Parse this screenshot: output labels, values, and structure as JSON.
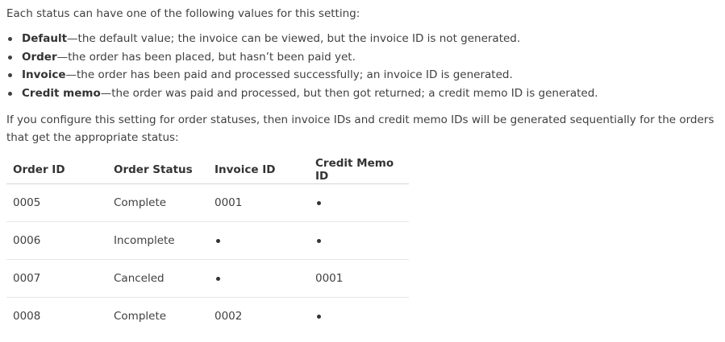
{
  "intro": "Each status can have one of the following values for this setting:",
  "values_list": [
    {
      "term": "Default",
      "desc": "—the default value; the invoice can be viewed, but the invoice ID is not generated."
    },
    {
      "term": "Order",
      "desc": "—the order has been placed, but hasn’t been paid yet."
    },
    {
      "term": "Invoice",
      "desc": "—the order has been paid and processed successfully; an invoice ID is generated."
    },
    {
      "term": "Credit memo",
      "desc": "—the order was paid and processed, but then got returned; a credit memo ID is generated."
    }
  ],
  "paragraph": "If you configure this setting for order statuses, then invoice IDs and credit memo IDs will be generated sequentially for the orders that get the appropriate status:",
  "table": {
    "headers": [
      "Order ID",
      "Order Status",
      "Invoice ID",
      "Credit Memo ID"
    ],
    "empty_marker": "bullet-dot",
    "rows": [
      {
        "order_id": "0005",
        "status": "Complete",
        "invoice_id": "0001",
        "credit_memo_id": null
      },
      {
        "order_id": "0006",
        "status": "Incomplete",
        "invoice_id": null,
        "credit_memo_id": null
      },
      {
        "order_id": "0007",
        "status": "Canceled",
        "invoice_id": null,
        "credit_memo_id": "0001"
      },
      {
        "order_id": "0008",
        "status": "Complete",
        "invoice_id": "0002",
        "credit_memo_id": null
      }
    ]
  }
}
